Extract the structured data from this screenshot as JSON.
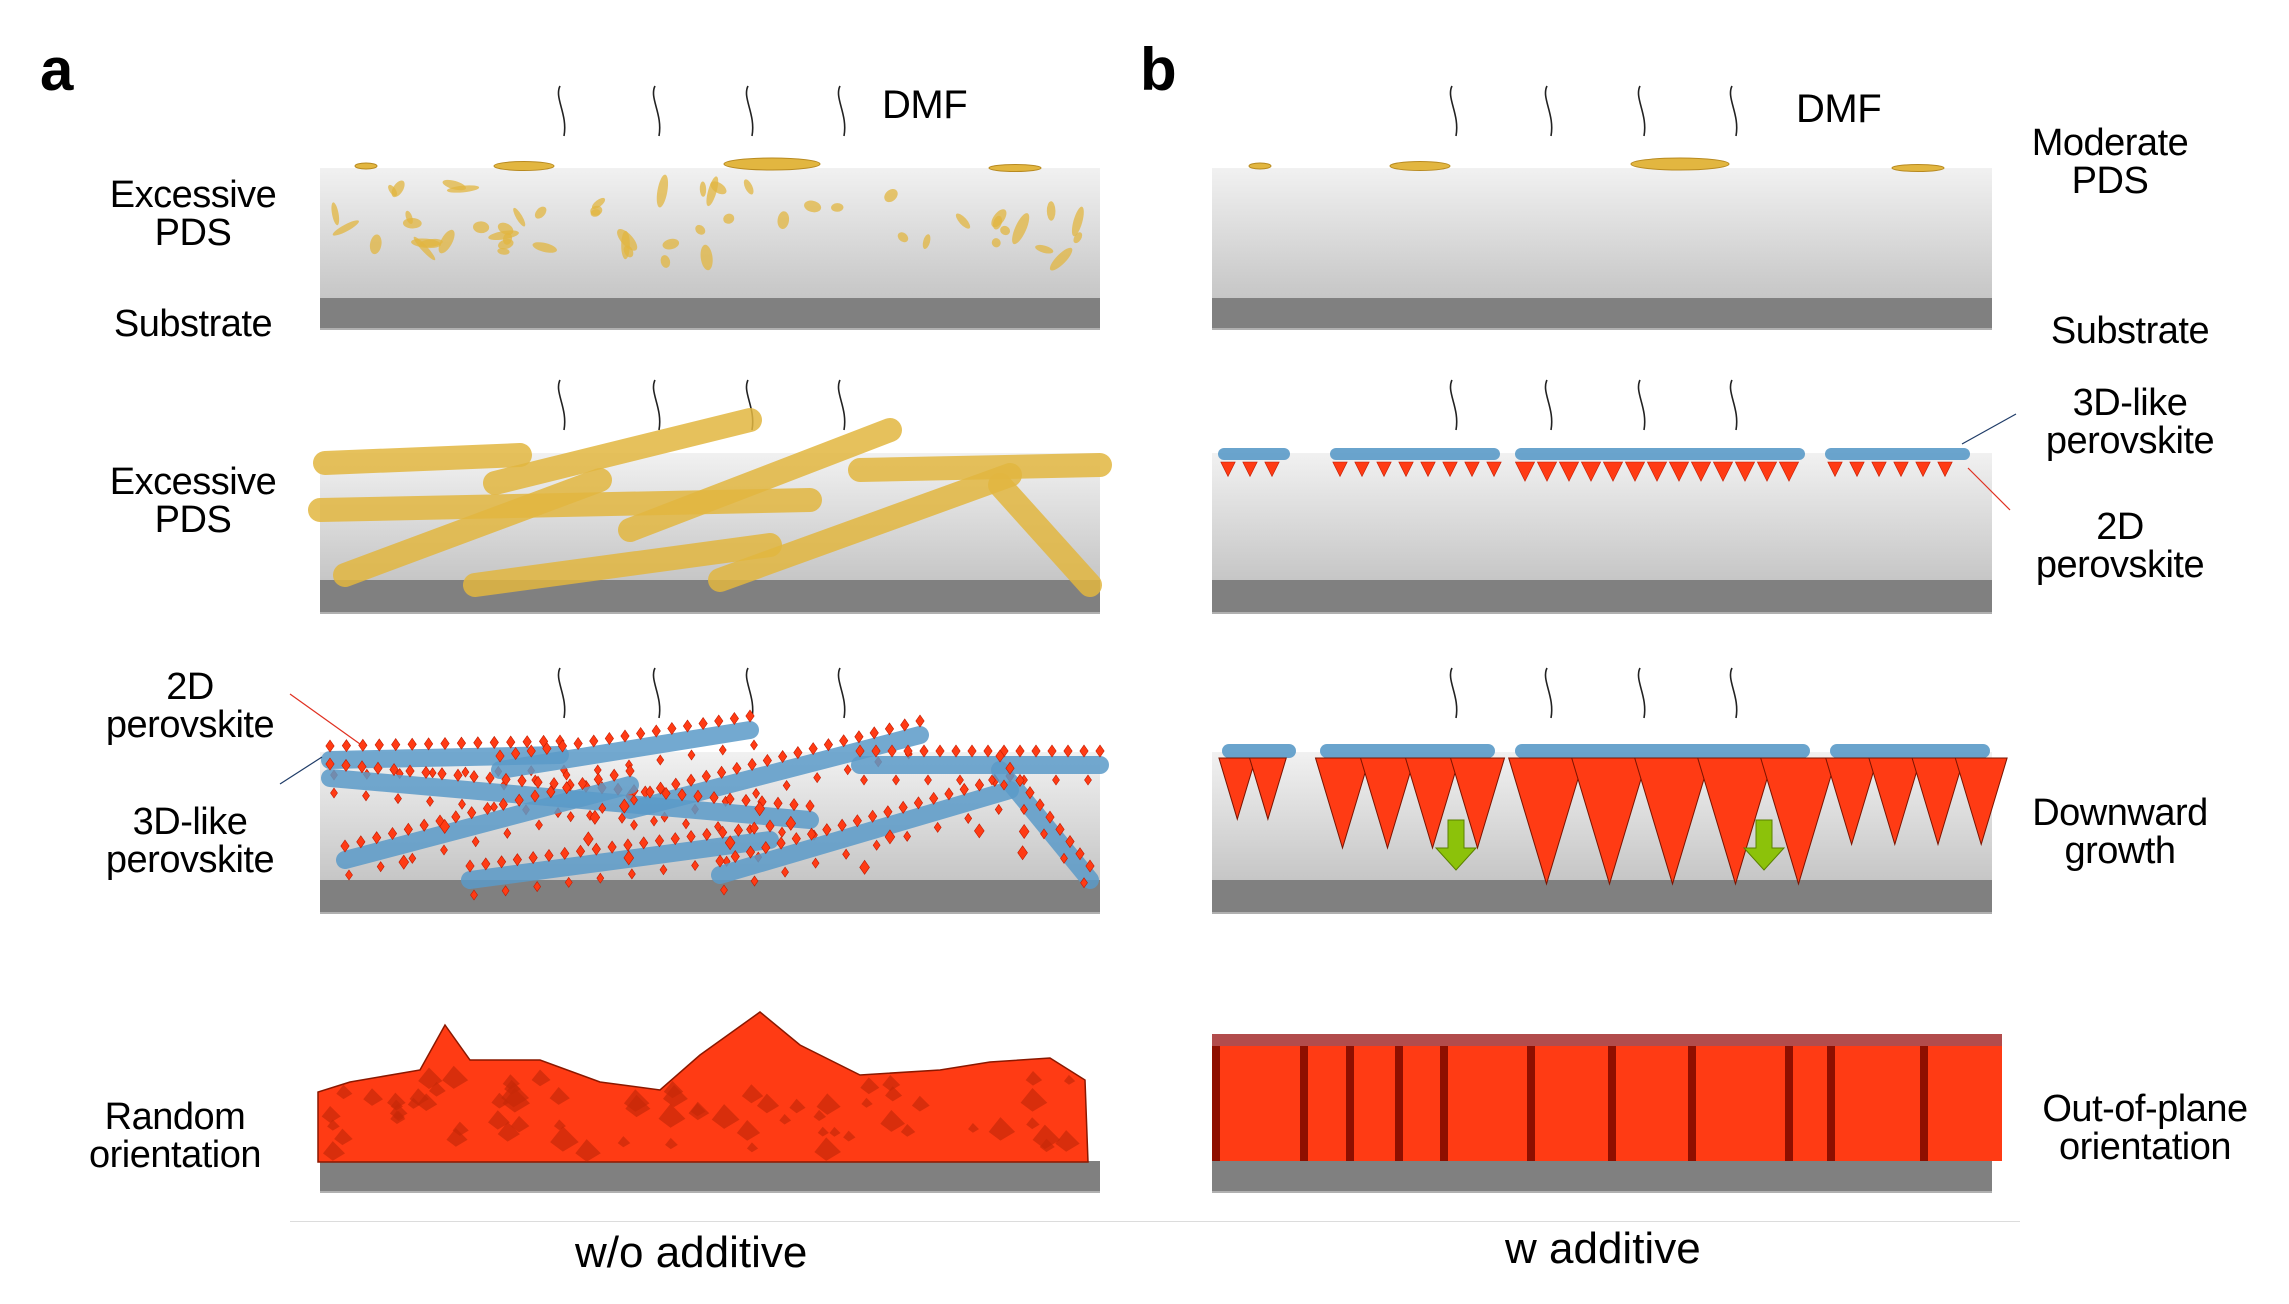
{
  "figure": {
    "panels": [
      {
        "letter": "a",
        "caption": "w/o additive",
        "solvent_label": "DMF",
        "stages": [
          {
            "left_label": [
              "Excessive",
              "PDS"
            ],
            "second_label": "Substrate"
          },
          {
            "left_label": [
              "Excessive",
              "PDS"
            ]
          },
          {
            "label_2d": [
              "2D",
              "perovskite"
            ],
            "label_3d": [
              "3D-like",
              "perovskite"
            ]
          },
          {
            "left_label": [
              "Random",
              "orientation"
            ]
          }
        ]
      },
      {
        "letter": "b",
        "caption": "w additive",
        "solvent_label": "DMF",
        "stages": [
          {
            "right_label": [
              "Moderate",
              "PDS"
            ],
            "second_label": "Substrate"
          },
          {
            "label_3d": [
              "3D-like",
              "perovskite"
            ],
            "label_2d": [
              "2D",
              "perovskite"
            ]
          },
          {
            "right_label": [
              "Downward",
              "growth"
            ]
          },
          {
            "right_label": [
              "Out-of-plane",
              "orientation"
            ]
          }
        ]
      }
    ]
  },
  "colors": {
    "pds": "#e2b640",
    "perovskite_2d": "#ff3b14",
    "perovskite_3d": "#5a9ac8",
    "substrate": "#808080",
    "arrow": "#8cc20a",
    "film_top": "#f1f1f1",
    "film_bottom": "#c6c6c6"
  }
}
